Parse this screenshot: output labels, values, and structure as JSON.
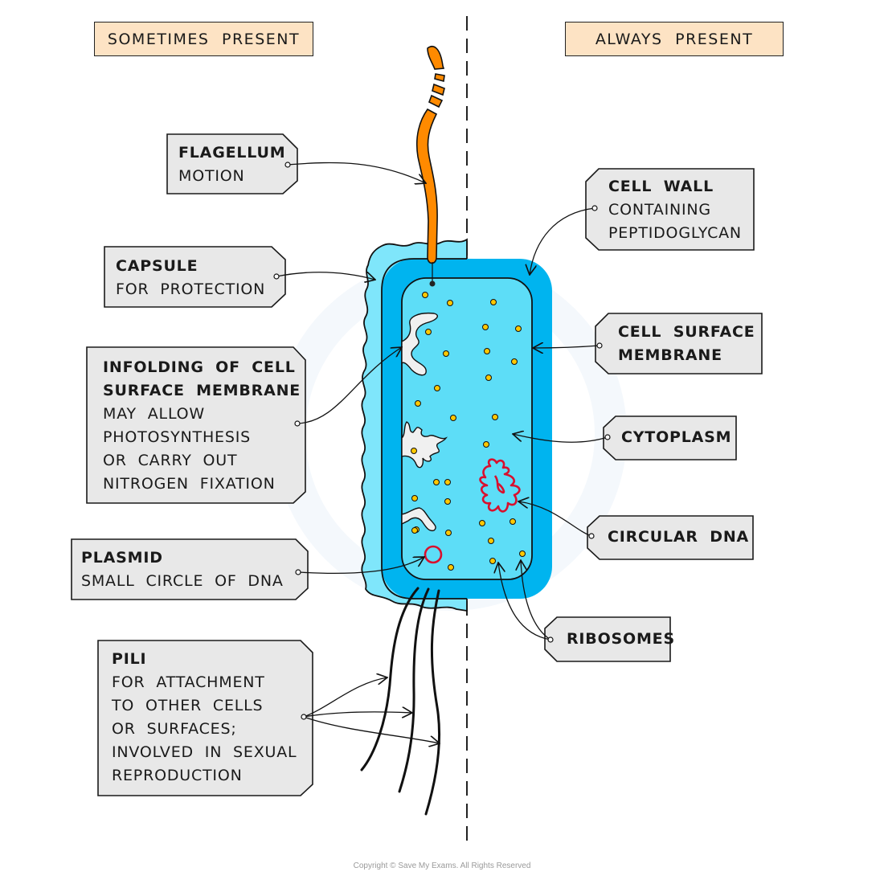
{
  "headers": {
    "left": "SOMETIMES PRESENT",
    "right": "ALWAYS PRESENT"
  },
  "labels": {
    "flagellum": {
      "title": "FLAGELLUM",
      "desc": [
        "MOTION"
      ]
    },
    "capsule": {
      "title": "CAPSULE",
      "desc": [
        "FOR PROTECTION"
      ]
    },
    "infolding": {
      "title": [
        "INFOLDING OF CELL",
        "SURFACE MEMBRANE"
      ],
      "desc": [
        "MAY ALLOW",
        "PHOTOSYNTHESIS",
        "OR CARRY OUT",
        "NITROGEN FIXATION"
      ]
    },
    "plasmid": {
      "title": "PLASMID",
      "desc": [
        "SMALL CIRCLE OF DNA"
      ]
    },
    "pili": {
      "title": "PILI",
      "desc": [
        "FOR ATTACHMENT",
        "TO OTHER CELLS",
        "OR SURFACES;",
        "INVOLVED IN SEXUAL",
        "REPRODUCTION"
      ]
    },
    "cell_wall": {
      "title": "CELL WALL",
      "desc": [
        "CONTAINING",
        "PEPTIDOGLYCAN"
      ]
    },
    "cell_surface_membrane": {
      "title": [
        "CELL SURFACE",
        "MEMBRANE"
      ],
      "desc": []
    },
    "cytoplasm": {
      "title": "CYTOPLASM",
      "desc": []
    },
    "circular_dna": {
      "title": "CIRCULAR DNA",
      "desc": []
    },
    "ribosomes": {
      "title": "RIBOSOMES",
      "desc": []
    }
  },
  "colors": {
    "header_fill": "#fde3c4",
    "tag_fill": "#e8e8e8",
    "capsule": "#7fe6fb",
    "cell_wall": "#00b4ef",
    "cytoplasm": "#5dddf7",
    "flagellum": "#ff8a00",
    "dna": "#d8102e",
    "ribosome": "#ffc800",
    "infolding": "#f0f0f0"
  },
  "footer": {
    "copyright": "Copyright © Save My Exams. All Rights Reserved"
  }
}
